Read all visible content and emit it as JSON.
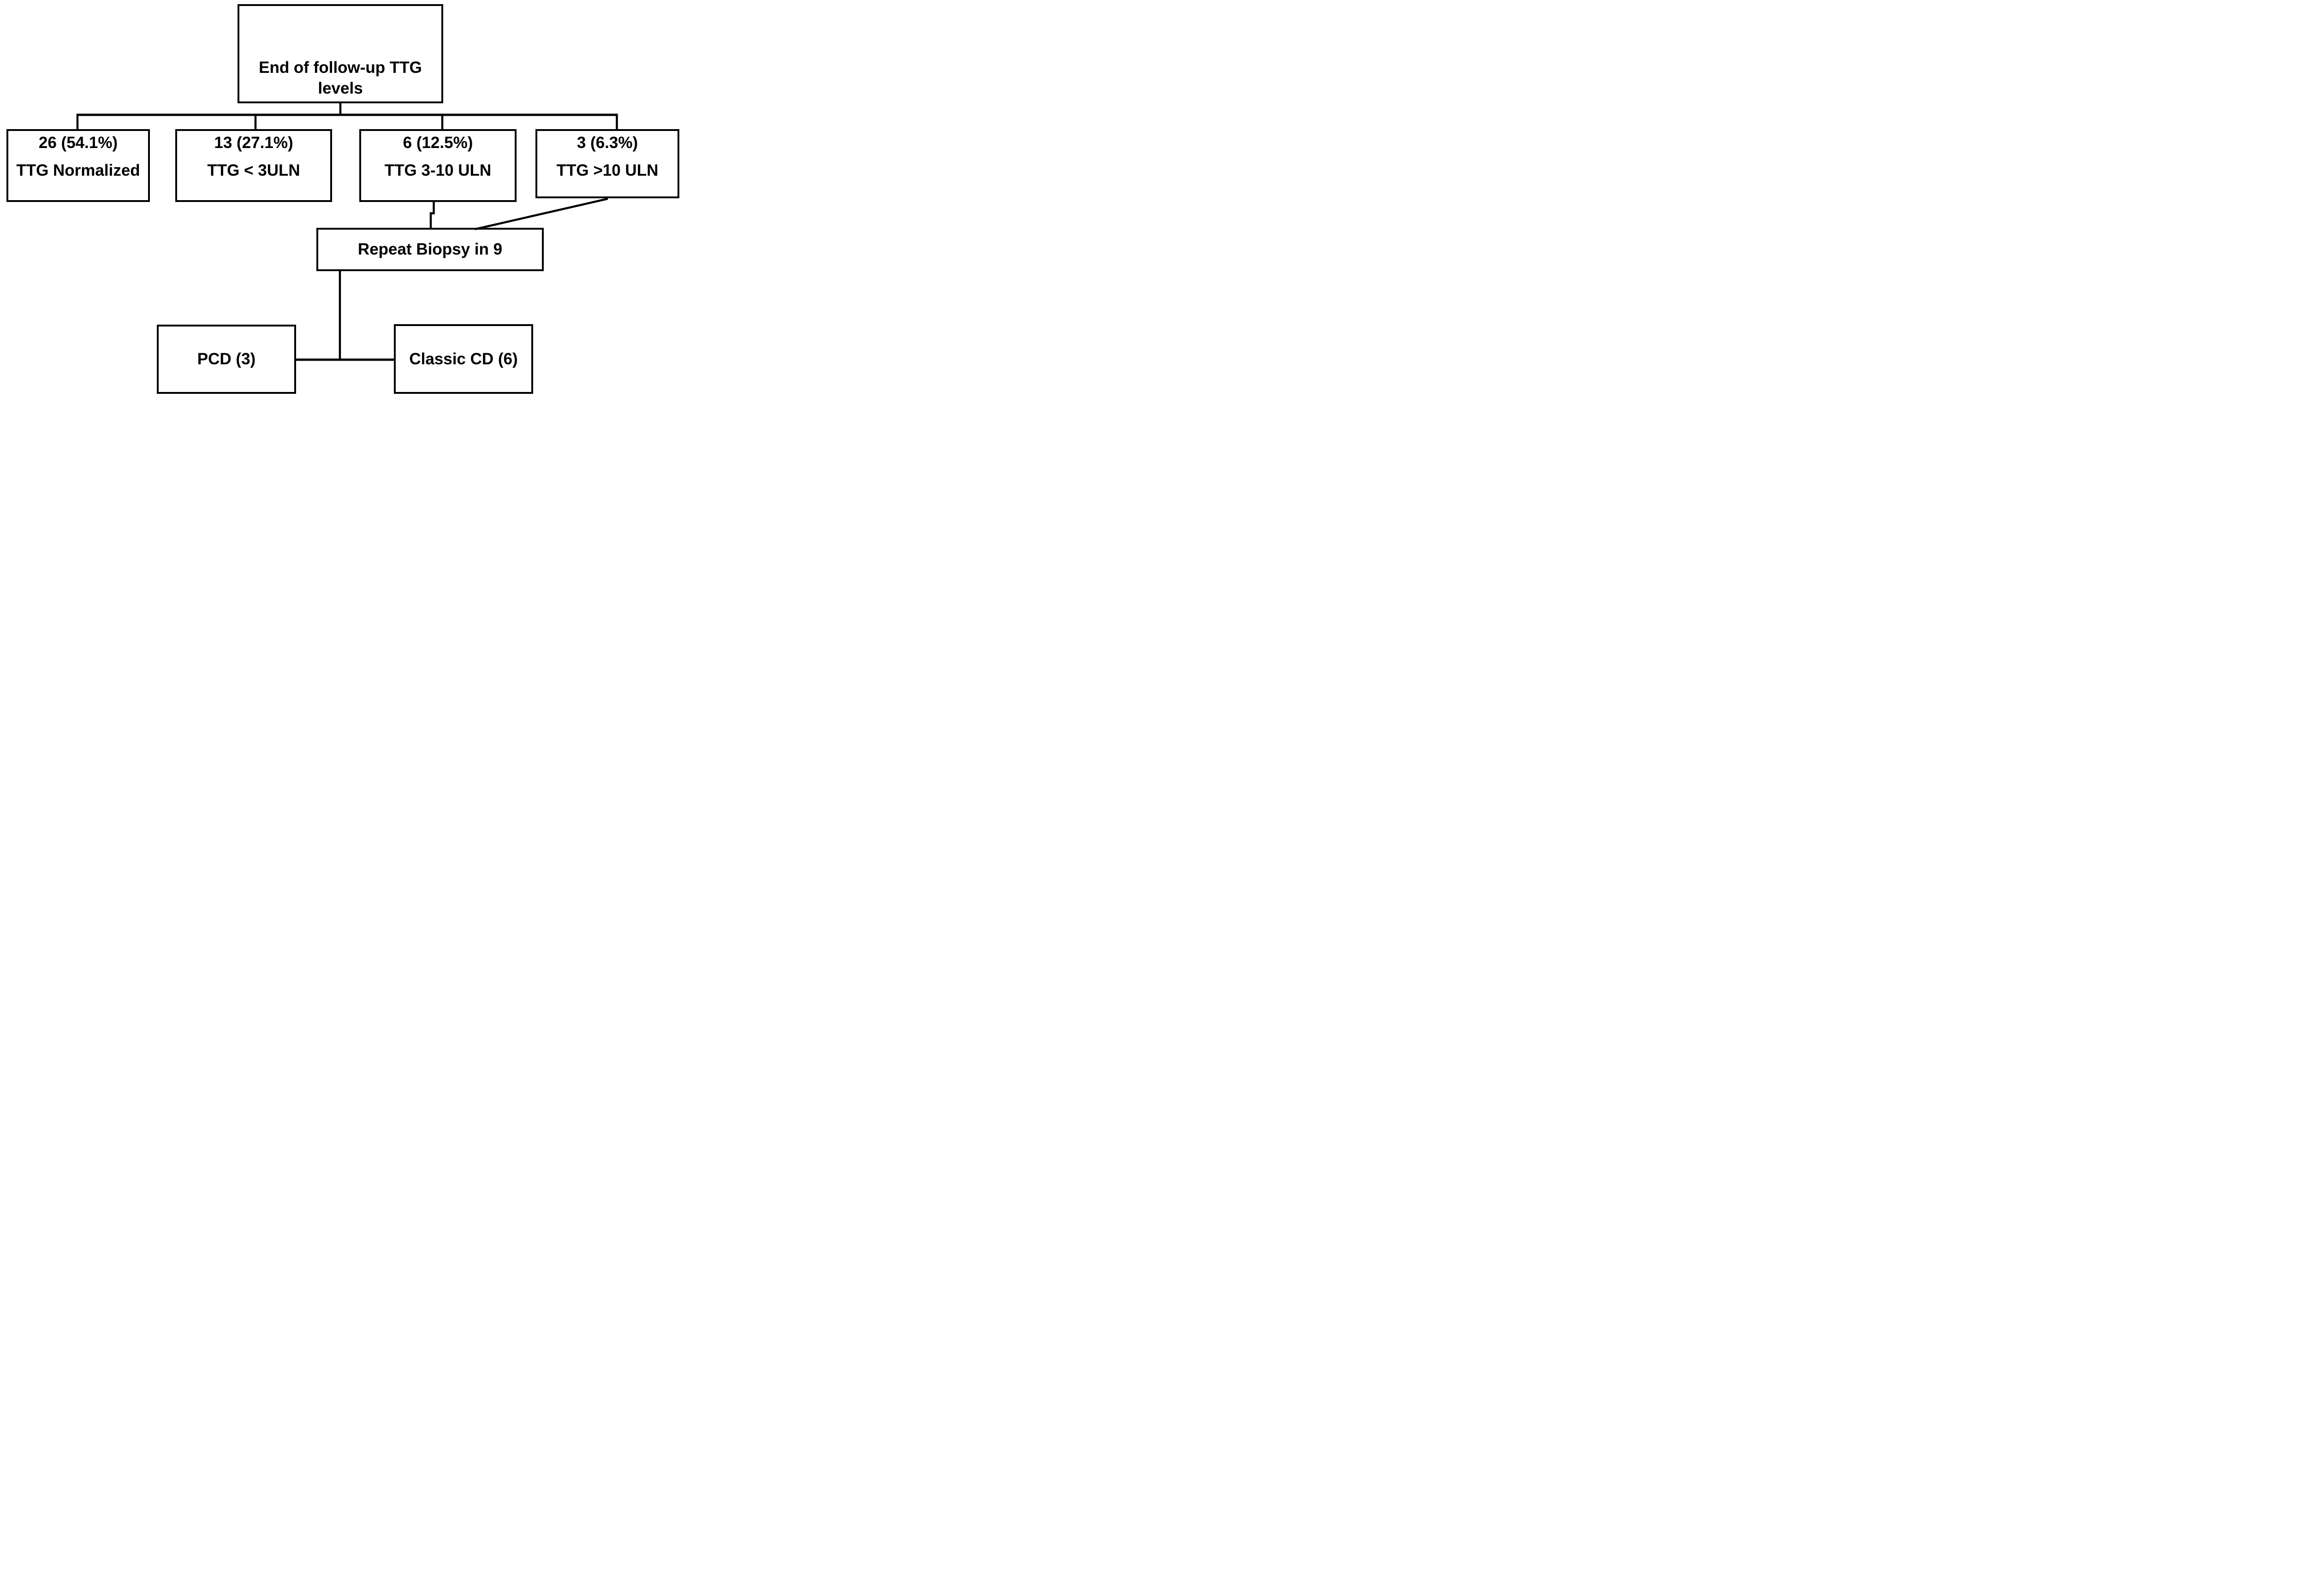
{
  "diagram": {
    "title_box": {
      "line1": "End of follow-up TTG",
      "line2": "levels"
    },
    "outcome_boxes": [
      {
        "count": "26 (54.1%)",
        "label": "TTG Normalized"
      },
      {
        "count": "13 (27.1%)",
        "label": "TTG < 3ULN"
      },
      {
        "count": "6 (12.5%)",
        "label": "TTG 3-10 ULN"
      },
      {
        "count": "3 (6.3%)",
        "label": "TTG >10 ULN"
      }
    ],
    "biopsy_box": {
      "label": "Repeat Biopsy in 9"
    },
    "result_boxes": [
      {
        "label": "PCD (3)"
      },
      {
        "label": "Classic CD (6)"
      }
    ],
    "colors": {
      "line": "#000000",
      "background": "#ffffff",
      "text": "#000000"
    }
  }
}
